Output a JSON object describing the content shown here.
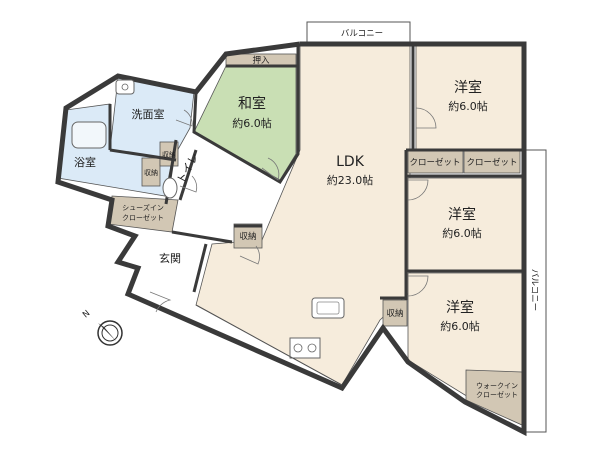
{
  "colors": {
    "wood": "#f6ecdc",
    "washitsu": "#c9dfb4",
    "wet": "#dbeaf7",
    "storage": "#d2c7b4",
    "hall": "#ffffff",
    "wall": "#3a3a3a"
  },
  "rooms": {
    "ldk": {
      "name": "LDK",
      "size": "約23.0帖"
    },
    "washitsu": {
      "name": "和室",
      "size": "約6.0帖"
    },
    "youshitsu1": {
      "name": "洋室",
      "size": "約6.0帖"
    },
    "youshitsu2": {
      "name": "洋室",
      "size": "約6.0帖"
    },
    "youshitsu3": {
      "name": "洋室",
      "size": "約6.0帖"
    },
    "senmen": {
      "name": "洗面室"
    },
    "yokushitsu": {
      "name": "浴室"
    },
    "toilet": {
      "name": "トイレ"
    },
    "genkan": {
      "name": "玄関"
    }
  },
  "storage": {
    "oshiire": "押入",
    "shuno_bath": "収納",
    "shuno_toilet": "収納",
    "shuno_ldk": "収納",
    "shuno_right": "収納",
    "closet1": "クローゼット",
    "closet2": "クローゼット",
    "shoes_line1": "シューズイン",
    "shoes_line2": "クローゼット",
    "walkin_line1": "ウォークイン",
    "walkin_line2": "クローゼット"
  },
  "balconies": {
    "top": "バルコニー",
    "right": "バルコニー"
  },
  "compass": {
    "label": "N"
  }
}
